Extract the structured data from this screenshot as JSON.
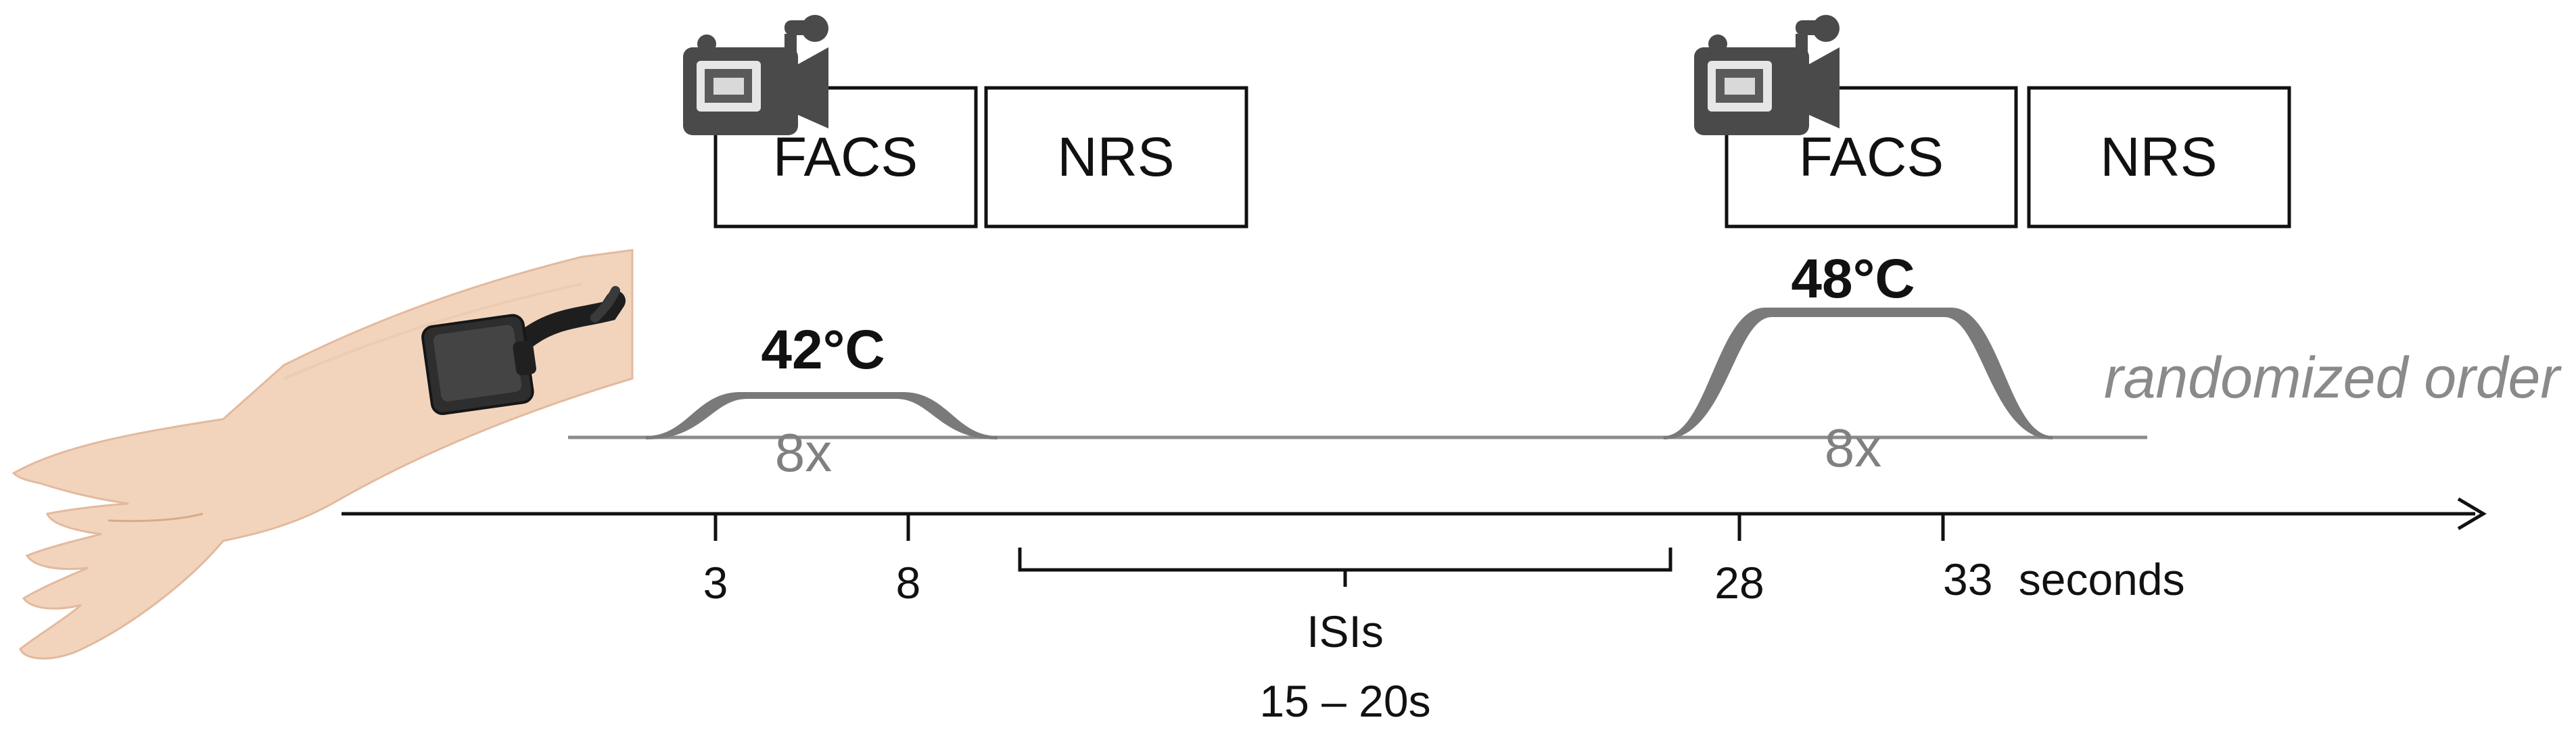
{
  "stimuli": [
    {
      "temperature": "42°C",
      "repetitions": "8x",
      "start": 3,
      "end": 8
    },
    {
      "temperature": "48°C",
      "repetitions": "8x",
      "start": 28,
      "end": 33
    }
  ],
  "rating_boxes": {
    "facs": "FACS",
    "nrs": "NRS"
  },
  "timeline": {
    "ticks": [
      "3",
      "8",
      "28",
      "33"
    ],
    "unit_label": "seconds",
    "isi_label": "ISIs",
    "isi_range": "15 – 20s"
  },
  "order_note": "randomized order",
  "colors": {
    "waveform": "#7a7a7a",
    "baseline": "#8c8c8c",
    "axis": "#111111",
    "skin": "#f2d4bd",
    "camera": "#4a4a4a",
    "probe": "#2e2e2e"
  },
  "icons": [
    "video-camera-icon",
    "forearm-image",
    "thermode-probe-icon"
  ]
}
